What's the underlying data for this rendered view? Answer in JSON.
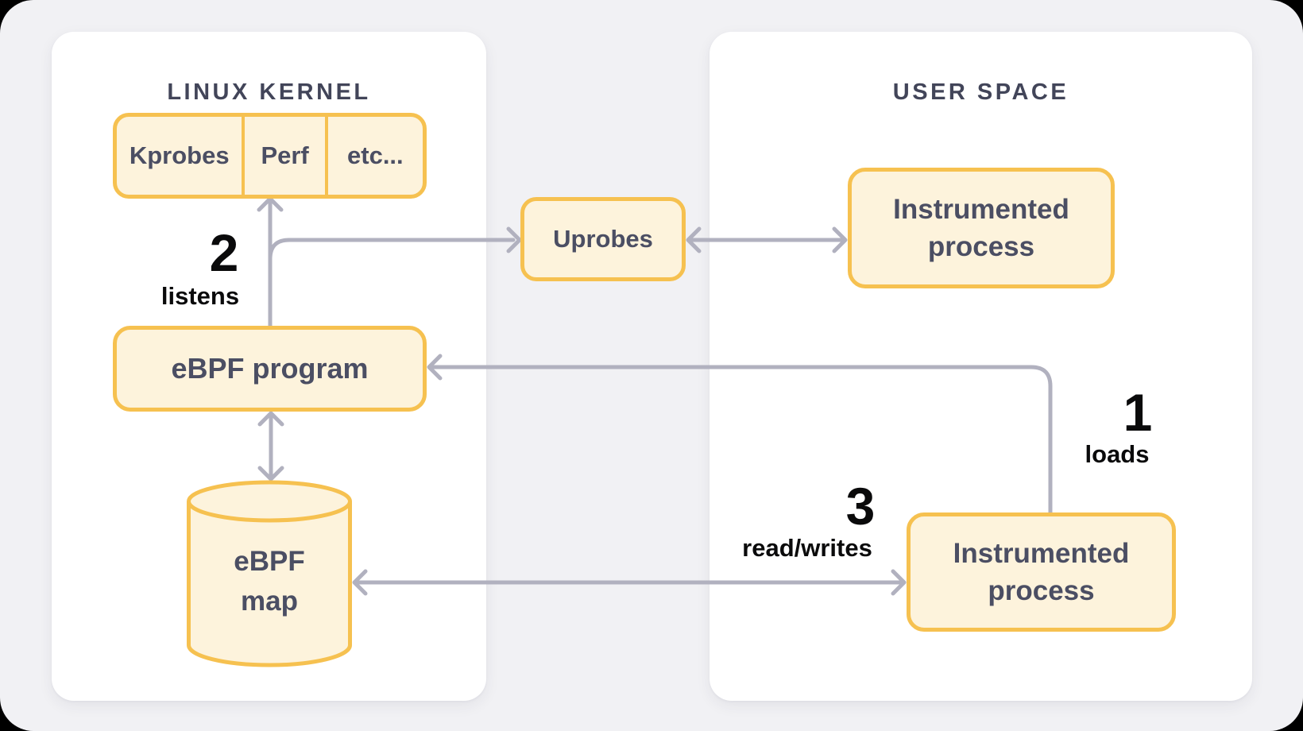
{
  "theme": {
    "canvas-bg": "#f1f1f4",
    "panel-bg": "#ffffff",
    "node-fill": "#fdf3dc",
    "node-border": "#f6c150",
    "node-text": "#4b4e63",
    "title-text": "#424559",
    "arrow": "#b1b1bf",
    "step-text": "#0a0a0b"
  },
  "panels": {
    "kernel": {
      "title": "LINUX KERNEL"
    },
    "user": {
      "title": "USER SPACE"
    }
  },
  "nodes": {
    "probe_sources": {
      "cells": [
        "Kprobes",
        "Perf",
        "etc..."
      ]
    },
    "uprobes": {
      "label": "Uprobes"
    },
    "ebpf_program": {
      "label": "eBPF program"
    },
    "ebpf_map": {
      "line1": "eBPF",
      "line2": "map"
    },
    "instrumented_top": {
      "line1": "Instrumented",
      "line2": "process"
    },
    "instrumented_bottom": {
      "line1": "Instrumented",
      "line2": "process"
    }
  },
  "steps": {
    "loads": {
      "number": "1",
      "label": "loads"
    },
    "listens": {
      "number": "2",
      "label": "listens"
    },
    "read_writes": {
      "number": "3",
      "label": "read/writes"
    }
  }
}
